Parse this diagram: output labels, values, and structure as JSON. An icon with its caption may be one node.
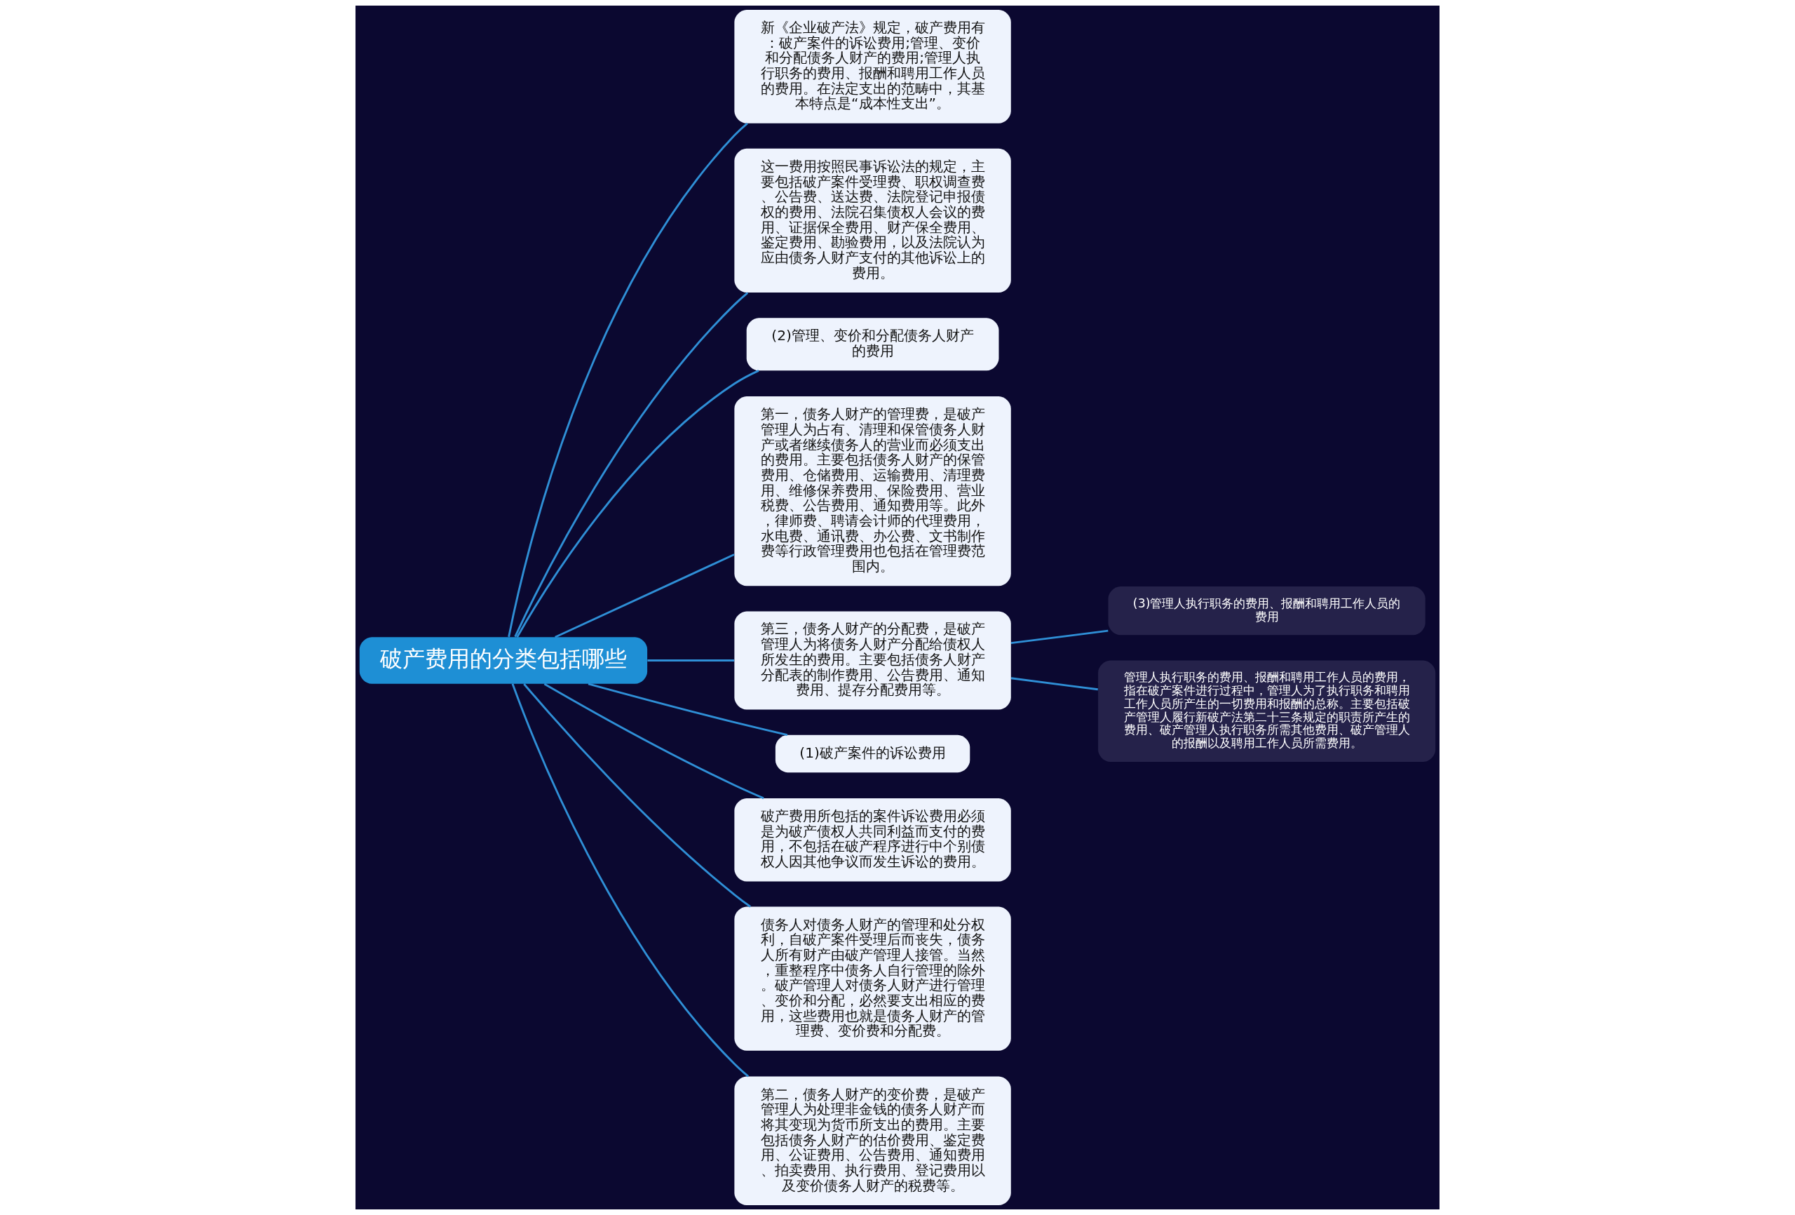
{
  "diagram": {
    "nodes": [
      {
        "text": [
          "破产费用的分类包括哪些"
        ]
      },
      {
        "text": [
          "新《企业破产法》规定，破产费用有：破产案件的诉讼费用;管理、变价和分配债务人财产的费用;管理人执行职务的费用、报酬和聘用工作人员的费用。在法定支出的范畴中，其基本特点是“成本性支出”。"
        ]
      },
      {
        "text": [
          "这一费用按照民事诉讼法的规定，主要包括破产案件受理费、职权调查费、公告费、送达费、法院登记申报债权的费用、法院召集债权人会议的费用、证据保全费用、财产保全费用、鉴定费用、勘验费用，以及法院认为应由债务人财产支付的其他诉讼上的费用。"
        ]
      },
      {
        "text": [
          "(2)管理、变价和分配债务人财产的费用"
        ]
      },
      {
        "text": [
          "第一，债务人财产的管理费，是破产管理人为占有、清理和保管债务人财产或者继续债务人的营业而必须支出的费用。主要包括债务人财产的保管费用、仓储费用、运输费用、清理费用、维修保养费用、保险费用、营业税费、公告费用、通知费用等。此外，律师费、聘请会计师的代理费用，水电费、通讯费、办公费、文书制作费等行政管理费用也包括在管理费范围内。"
        ]
      },
      {
        "text": [
          "第三，债务人财产的分配费，是破产管理人为将债务人财产分配给债权人所发生的费用。主要包括债务人财产分配表的制作费用、公告费用、通知费用、提存分配费用等。"
        ]
      },
      {
        "text": [
          "(3)管理人执行职务的费用、报酬和聘用工作人员的费用"
        ]
      },
      {
        "text": [
          "管理人执行职务的费用、报酬和聘用工作人员的费用，指在破产案件进行过程中，管理人为了执行职务和聘用工作人员所产生的一切费用和报酬的总称。主要包括破产管理人履行新破产法第二十三条规定的职责所产生的费用、破产管理人执行职务所需其他费用、破产管理人的报酬以及聘用工作人员所需费用。"
        ]
      },
      {
        "text": [
          "(1)破产案件的诉讼费用"
        ]
      },
      {
        "text": [
          "破产费用所包括的案件诉讼费用必须是为破产债权人共同利益而支付的费用，不包括在破产程序进行中个别债权人因其他争议而发生诉讼的费用。"
        ]
      },
      {
        "text": [
          "债务人对债务人财产的管理和处分权利，自破产案件受理后而丧失，债务人所有财产由破产管理人接管。当然，重整程序中债务人自行管理的除外。破产管理人对债务人财产进行管理、变价和分配，必然要支出相应的费用，这些费用也就是债务人财产的管理费、变价费和分配费。"
        ]
      },
      {
        "text": [
          "第二，债务人财产的变价费，是破产管理人为处理非金钱的债务人财产而将其变现为货币所支出的费用。主要包括债务人财产的估价费用、鉴定费用、公证费用、公告费用、通知费用、拍卖费用、执行费用、登记费用以及变价债务人财产的税费等。"
        ]
      }
    ],
    "edges": [
      {
        "from": 0,
        "to": 1,
        "arrow": "none"
      },
      {
        "from": 0,
        "to": 2,
        "arrow": "none"
      },
      {
        "from": 0,
        "to": 3,
        "arrow": "none"
      },
      {
        "from": 0,
        "to": 4,
        "arrow": "none"
      },
      {
        "from": 0,
        "to": 5,
        "arrow": "none"
      },
      {
        "from": 5,
        "to": 6,
        "arrow": "none"
      },
      {
        "from": 5,
        "to": 7,
        "arrow": "none"
      },
      {
        "from": 0,
        "to": 8,
        "arrow": "none"
      },
      {
        "from": 0,
        "to": 9,
        "arrow": "none"
      },
      {
        "from": 0,
        "to": 10,
        "arrow": "none"
      },
      {
        "from": 0,
        "to": 11,
        "arrow": "none"
      }
    ]
  }
}
